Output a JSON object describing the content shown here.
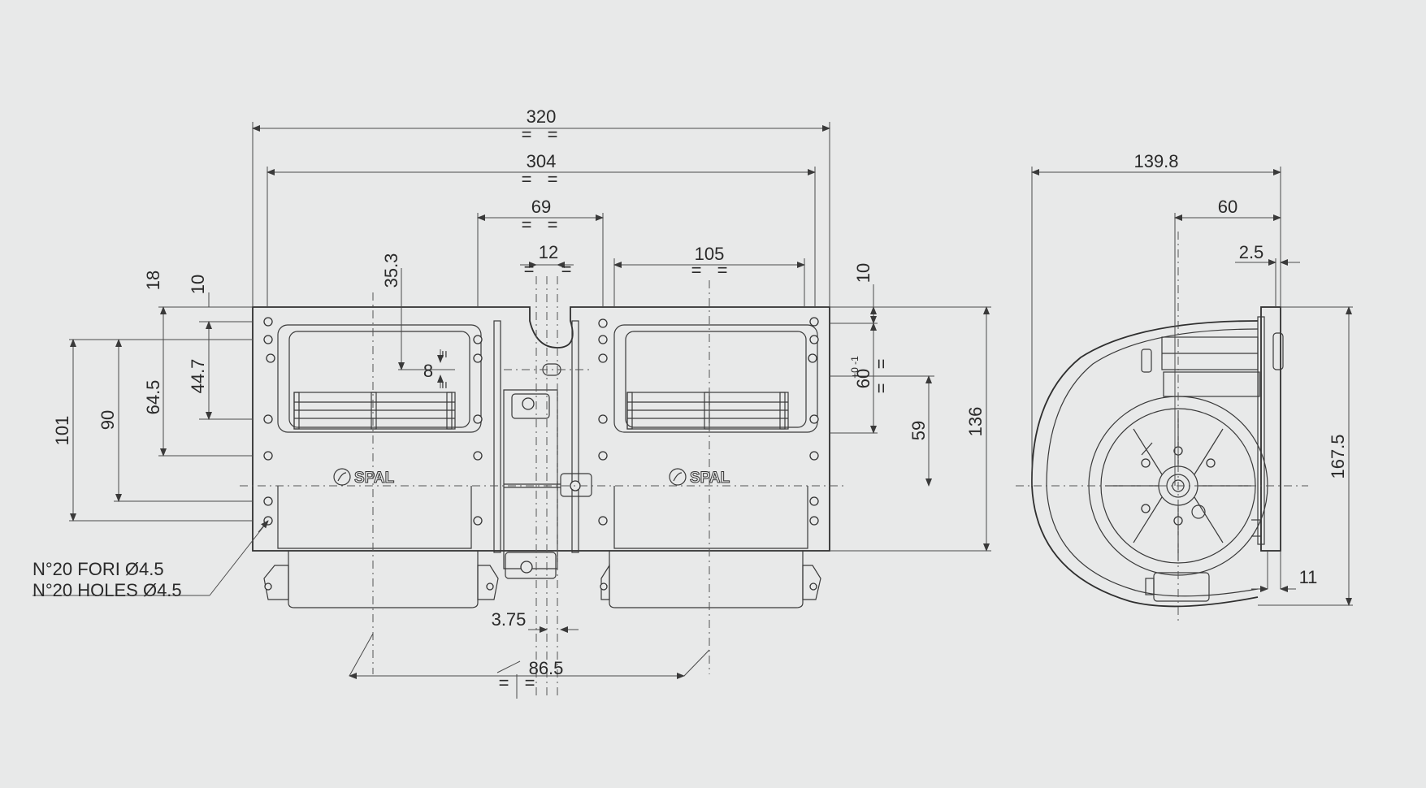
{
  "dimensions": {
    "d320": "320",
    "d304": "304",
    "d69": "69",
    "d12": "12",
    "d105": "105",
    "d35_3": "35.3",
    "d18": "18",
    "d10_left": "10",
    "d8": "8",
    "d44_7": "44.7",
    "d64_5": "64.5",
    "d90": "90",
    "d101": "101",
    "d10_right": "10",
    "d60": "60",
    "d60_tol": "+0 -1",
    "d59": "59",
    "d136": "136",
    "d3_75": "3.75",
    "d86_5": "86.5",
    "d139_8": "139.8",
    "d60_side": "60",
    "d2_5": "2.5",
    "d167_5": "167.5",
    "d11": "11"
  },
  "equal_mark": "=",
  "notes": {
    "holes_it": "N°20 FORI Ø4.5",
    "holes_en": "N°20 HOLES Ø4.5"
  },
  "branding": {
    "logo_text": "SPAL"
  },
  "colors": {
    "background": "#e8e9e9",
    "lines": "#333333"
  }
}
